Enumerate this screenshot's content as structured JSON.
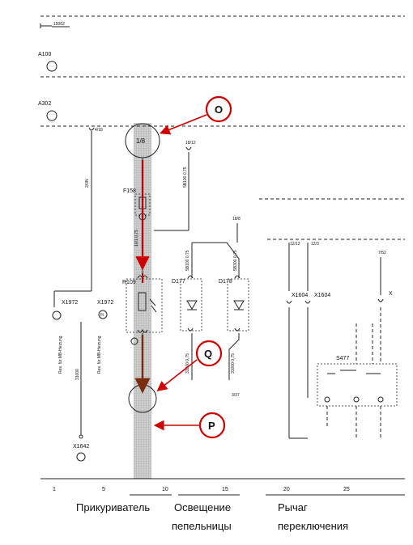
{
  "references": {
    "top_ref": "15002",
    "a100": "A100",
    "a302": "A302",
    "r4_18": "4/18",
    "r18_12": "18/12",
    "r18_8": "18/8",
    "r3_37": "3/37",
    "r7_52": "7/52",
    "r2_12": "12/12",
    "r2_3": "12/3"
  },
  "components": {
    "c18": "1/8",
    "f158": "F158",
    "r109": "R109",
    "d177": "D177",
    "d178": "D178",
    "x1972a": "X1972",
    "x1972b": "X1972",
    "x1642": "X1642",
    "x1604a": "X1604",
    "x1604b": "X1604",
    "s477": "S477",
    "fi": "Fi",
    "x_right": "X"
  },
  "callouts": {
    "o": "O",
    "q": "Q",
    "p": "P"
  },
  "wire_labels": {
    "w1": "2/0N",
    "w2": "5B100 0,75",
    "w3": "10/1 0,75",
    "w4": "5B100 0,75",
    "w5": "5B300 0,75",
    "w6": "31000 0,75",
    "w7": "31000 0,75",
    "w8": "Res. für MB-Heizung",
    "w9": "Res. für MB-Heizung",
    "w10": "31000"
  },
  "scale": {
    "ticks": [
      "1",
      "5",
      "10",
      "15",
      "20",
      "25"
    ]
  },
  "captions": {
    "lighter": "Прикуриватель",
    "ashtray_1": "Освещение",
    "ashtray_2": "пепельницы",
    "lever_1": "Рычаг",
    "lever_2": "переключения"
  },
  "colors": {
    "callout": "#d00000",
    "highlight_band": "#c8c8c8"
  }
}
